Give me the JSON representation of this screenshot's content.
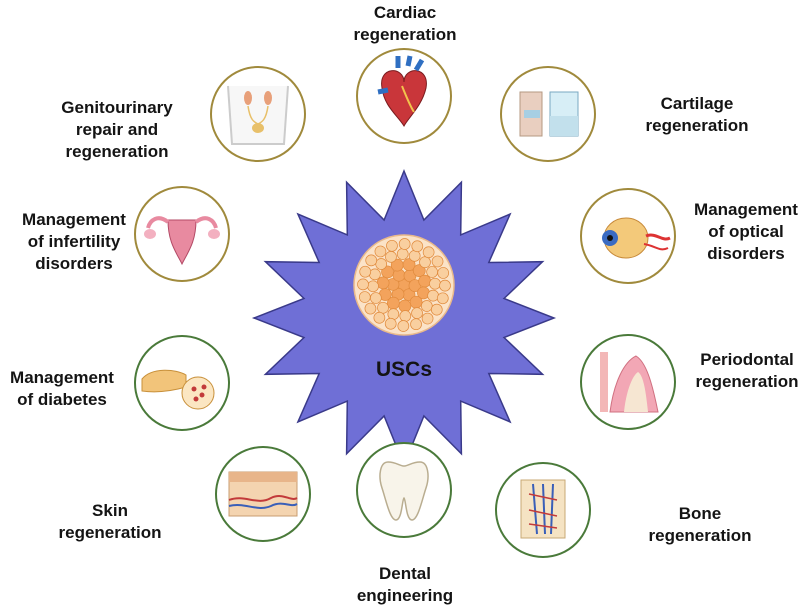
{
  "center": {
    "label": "USCs",
    "star_color": "#6f6fd6",
    "star_outline": "#3a3a8a"
  },
  "colors": {
    "gold_ring": "#a08a3c",
    "green_ring": "#4a7a3a"
  },
  "applications": [
    {
      "key": "cardiac",
      "lines": [
        "Cardiac",
        "regeneration"
      ],
      "icon": "heart-icon"
    },
    {
      "key": "cartilage",
      "lines": [
        "Cartilage",
        "regeneration"
      ],
      "icon": "cartilage-icon"
    },
    {
      "key": "optical",
      "lines": [
        "Management",
        "of optical",
        "disorders"
      ],
      "icon": "eye-icon"
    },
    {
      "key": "periodontal",
      "lines": [
        "Periodontal",
        "regeneration"
      ],
      "icon": "gum-icon"
    },
    {
      "key": "bone",
      "lines": [
        "Bone",
        "regeneration"
      ],
      "icon": "bone-icon"
    },
    {
      "key": "dental",
      "lines": [
        "Dental",
        "engineering"
      ],
      "icon": "tooth-icon"
    },
    {
      "key": "skin",
      "lines": [
        "Skin",
        "regeneration"
      ],
      "icon": "skin-icon"
    },
    {
      "key": "diabetes",
      "lines": [
        "Management",
        "of diabetes"
      ],
      "icon": "pancreas-icon"
    },
    {
      "key": "infertility",
      "lines": [
        "Management",
        "of infertility",
        "disorders"
      ],
      "icon": "uterus-icon"
    },
    {
      "key": "genitourinary",
      "lines": [
        "Genitourinary",
        "repair and",
        "regeneration"
      ],
      "icon": "urinary-icon"
    }
  ]
}
